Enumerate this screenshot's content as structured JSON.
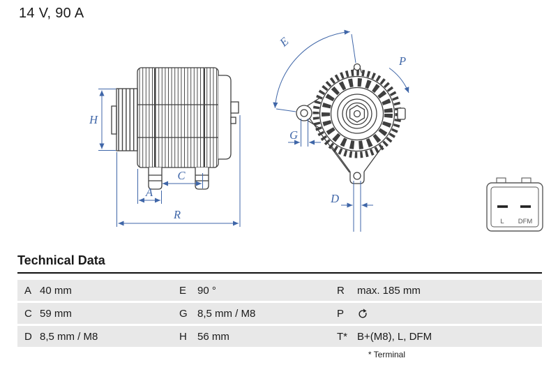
{
  "header": {
    "rating": "14 V, 90 A"
  },
  "diagram": {
    "dimension_labels": {
      "h": "H",
      "a": "A",
      "c": "C",
      "r": "R",
      "e": "E",
      "p": "P",
      "g": "G",
      "d": "D"
    },
    "connector": {
      "pin_left": "L",
      "pin_right": "DFM"
    }
  },
  "table": {
    "title": "Technical Data",
    "rows": [
      {
        "cells": [
          {
            "key": "A",
            "value": "40 mm"
          },
          {
            "key": "E",
            "value": "90 °"
          },
          {
            "key": "R",
            "value": "max. 185 mm"
          }
        ]
      },
      {
        "cells": [
          {
            "key": "C",
            "value": "59 mm"
          },
          {
            "key": "G",
            "value": "8,5 mm / M8"
          },
          {
            "key": "P",
            "value": "",
            "icon": "rotation-cw-icon"
          }
        ]
      },
      {
        "cells": [
          {
            "key": "D",
            "value": "8,5 mm / M8"
          },
          {
            "key": "H",
            "value": "56 mm"
          },
          {
            "key": "T*",
            "value": "B+(M8), L, DFM"
          }
        ]
      }
    ],
    "footnote": "* Terminal"
  },
  "colors": {
    "dimension_blue": "#3f66a8",
    "drawing_gray": "#3f3f3f",
    "row_background": "#e8e8e8"
  }
}
